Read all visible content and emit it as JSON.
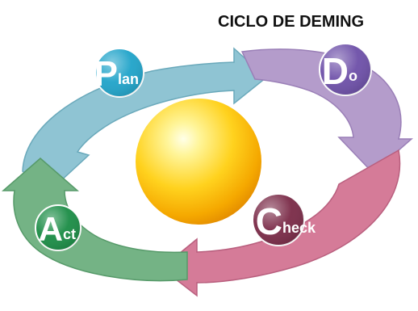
{
  "title": "CICLO DE DEMING",
  "phases": [
    {
      "id": "plan",
      "initial": "P",
      "rest": "lan",
      "badge_color": "#1fa3c9",
      "arrow_color": "#8fc4d3"
    },
    {
      "id": "do",
      "initial": "D",
      "rest": "o",
      "badge_color": "#6d4fa8",
      "arrow_color": "#b49ccb"
    },
    {
      "id": "check",
      "initial": "C",
      "rest": "heck",
      "badge_color": "#7a2a47",
      "arrow_color": "#d57b98"
    },
    {
      "id": "act",
      "initial": "A",
      "rest": "ct",
      "badge_color": "#1a8c45",
      "arrow_color": "#74b385"
    }
  ],
  "sphere_color": "#ffd21e"
}
